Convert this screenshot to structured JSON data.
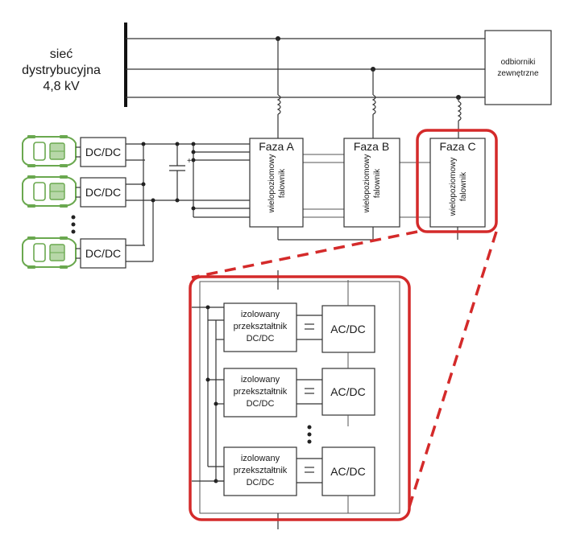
{
  "grid": {
    "line1": "sieć",
    "line2": "dystrybucyjna",
    "voltage": "4,8 kV"
  },
  "loads": {
    "line1": "odbiorniki",
    "line2": "zewnętrzne"
  },
  "converters": {
    "dcdc": "DC/DC"
  },
  "phases": [
    {
      "label": "Faza A",
      "sub1": "wielopoziomowy",
      "sub2": "falownik"
    },
    {
      "label": "Faza B",
      "sub1": "wielopoziomowy",
      "sub2": "falownik"
    },
    {
      "label": "Faza C",
      "sub1": "wielopoziomowy",
      "sub2": "falownik"
    }
  ],
  "detail": {
    "iso1": "izolowany",
    "iso2": "przekształtnik",
    "iso3": "DC/DC",
    "acdc": "AC/DC"
  },
  "colors": {
    "highlight": "#d42a2a",
    "vehicle": "#6aa84f",
    "line": "#333333"
  },
  "icons": {
    "vehicle": "electric-car-icon",
    "capacitor": "capacitor-icon",
    "inductor": "inductor-icon"
  }
}
